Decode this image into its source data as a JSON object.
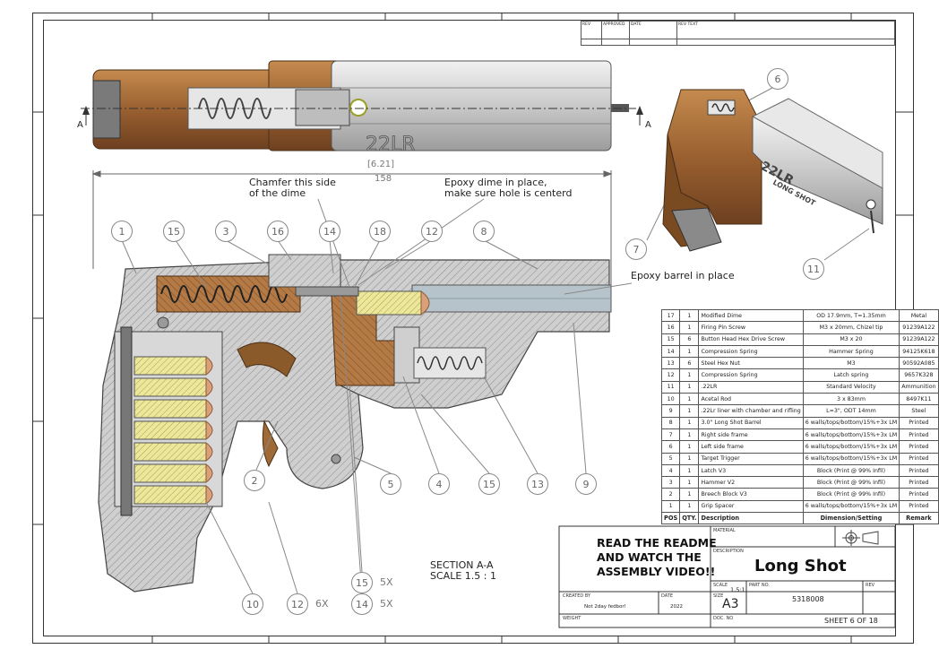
{
  "title_block": {
    "readme_line1": "READ THE README",
    "readme_line2": "AND WATCH THE",
    "readme_line3": "ASSEMBLY VIDEO!!",
    "material_label": "MATERIAL",
    "description_label": "DESCRIPTION",
    "description": "Long Shot",
    "scale_label": "SCALE",
    "scale": "1.5:1",
    "part_no_label": "PART NO.",
    "part_no": "5318008",
    "rev_label": "REV",
    "created_by_label": "CREATED BY",
    "created_by": "Not 2day fedbor!",
    "date_label": "DATE",
    "date": "2022",
    "size_label": "SIZE",
    "size": "A3",
    "doc_no_label": "DOC. NO",
    "weight_label": "WEIGHT",
    "sheet": "SHEET 6 OF 18"
  },
  "revision_table": {
    "rev": "REV",
    "approved": "APPROVED",
    "date": "DATE",
    "rev_text": "REV TEXT"
  },
  "dimension": {
    "inches": "[6.21]",
    "mm": "158"
  },
  "section_marker": "A",
  "annotations": {
    "chamfer_1": "Chamfer this side",
    "chamfer_2": "of the dime",
    "epoxy_dime_1": "Epoxy dime in place,",
    "epoxy_dime_2": "make sure hole is centerd",
    "epoxy_barrel": "Epoxy barrel in place",
    "section_1": "SECTION A-A",
    "section_2": "SCALE 1.5 : 1",
    "barrel_text": "22LR",
    "iso_text_1": "22LR",
    "iso_text_2": "LONG SHOT"
  },
  "balloons": {
    "b1": "1",
    "b15a": "15",
    "b3": "3",
    "b16": "16",
    "b14": "14",
    "b18": "18",
    "b12": "12",
    "b8": "8",
    "b2": "2",
    "b5": "5",
    "b4": "4",
    "b15b": "15",
    "b13": "13",
    "b9": "9",
    "b10": "10",
    "b12b": "12",
    "b15c": "15",
    "b14b": "14",
    "b6": "6",
    "b7": "7",
    "b11": "11",
    "q12": "6X",
    "q15": "5X",
    "q14": "5X"
  },
  "bom": {
    "headers": [
      "POS",
      "QTY.",
      "Description",
      "Dimension/Setting",
      "Remark"
    ],
    "rows": [
      [
        "17",
        "1",
        "Modified Dime",
        "OD 17.9mm, T=1.35mm",
        "Metal"
      ],
      [
        "16",
        "1",
        "Firing Pin Screw",
        "M3 x 20mm, Chizel tip",
        "91239A122"
      ],
      [
        "15",
        "6",
        "Button Head Hex Drive Screw",
        "M3 x 20",
        "91239A122"
      ],
      [
        "14",
        "1",
        "Compression Spring",
        "Hammer Spring",
        "94125K618"
      ],
      [
        "13",
        "6",
        "Steel Hex Nut",
        "M3",
        "90592A085"
      ],
      [
        "12",
        "1",
        "Compression Spring",
        "Latch spring",
        "9657K328"
      ],
      [
        "11",
        "1",
        ".22LR",
        "Standard Velocity",
        "Ammunition"
      ],
      [
        "10",
        "1",
        "Acetal Rod",
        "3 x 83mm",
        "8497K11"
      ],
      [
        "9",
        "1",
        ".22Lr liner with chamber and rifling",
        "L=3\", ODT 14mm",
        "Steel"
      ],
      [
        "8",
        "1",
        "3.0\" Long Shot Barrel",
        "6 walls/tops/bottom/15%+3x LM",
        "Printed"
      ],
      [
        "7",
        "1",
        "Right side frame",
        "6 walls/tops/bottom/15%+3x LM",
        "Printed"
      ],
      [
        "6",
        "1",
        "Left side frame",
        "6 walls/tops/bottom/15%+3x LM",
        "Printed"
      ],
      [
        "5",
        "1",
        "Target Trigger",
        "6 walls/tops/bottom/15%+3x LM",
        "Printed"
      ],
      [
        "4",
        "1",
        "Latch V3",
        "Block (Print @ 99% Infil)",
        "Printed"
      ],
      [
        "3",
        "1",
        "Hammer V2",
        "Block (Print @ 99% Infil)",
        "Printed"
      ],
      [
        "2",
        "1",
        "Breech Block V3",
        "Block (Print @ 99% Infil)",
        "Printed"
      ],
      [
        "1",
        "1",
        "Grip Spacer",
        "6 walls/tops/bottom/15%+3x LM",
        "Printed"
      ]
    ]
  },
  "colors": {
    "brown": "#8b5a2b",
    "brown_light": "#b07a45",
    "steel": "#d6d6d6",
    "hatch": "#9a9a9a",
    "brass": "#e8e48a",
    "copper": "#d9a07a"
  }
}
